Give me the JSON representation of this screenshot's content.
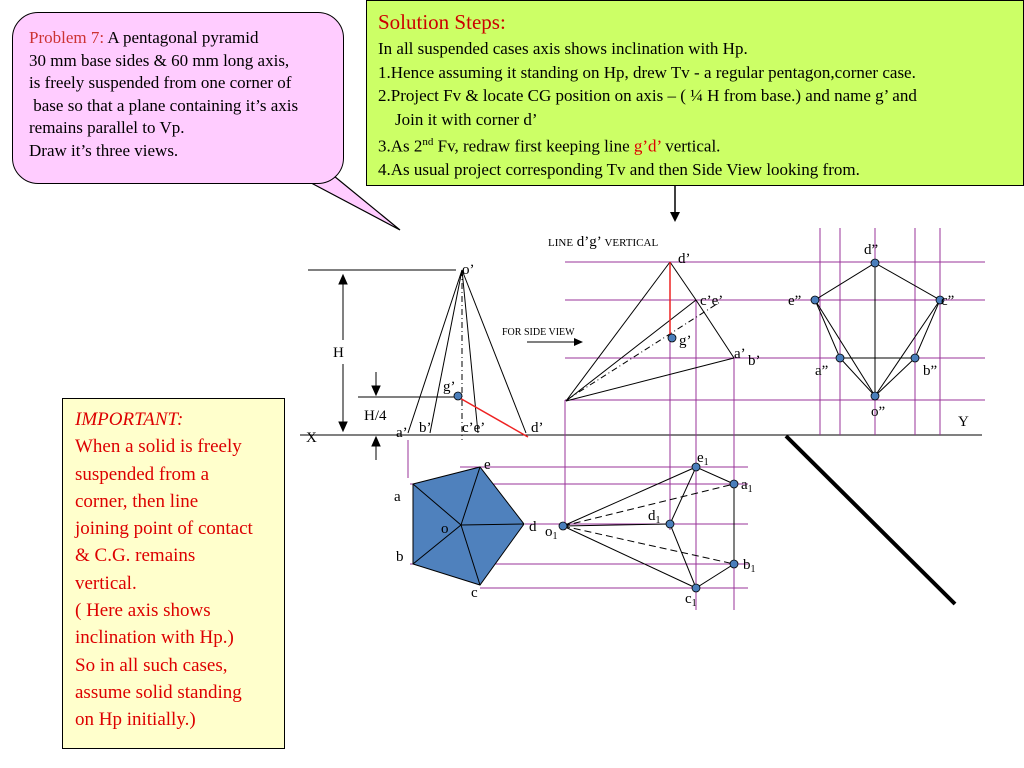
{
  "problem": {
    "label": "Problem 7:",
    "line1_rest": " A pentagonal pyramid",
    "lines": [
      "30 mm base sides & 60 mm long axis,",
      "is freely suspended from one corner of",
      " base so that a plane containing it’s axis",
      "remains parallel to Vp.",
      "Draw it’s three views."
    ]
  },
  "solution": {
    "title": "Solution Steps:",
    "line1": "In all suspended cases axis shows inclination with Hp.",
    "line2": "1.Hence assuming it standing on Hp, drew Tv - a regular pentagon,corner case.",
    "line3": "2.Project Fv & locate CG position on axis – ( ¼ H from base.) and name g’ and",
    "line4": "Join it with corner d’",
    "line5_pre": "3.As 2",
    "line5_sup": "nd",
    "line5_mid": " Fv, redraw first keeping line ",
    "line5_red": "g’d’",
    "line5_post": " vertical.",
    "line6": "4.As usual project corresponding Tv and then Side View looking from."
  },
  "important": {
    "title": "IMPORTANT:",
    "lines": [
      "When a solid is freely",
      "suspended from a",
      "corner, then line",
      "joining point of contact",
      "& C.G. remains",
      "vertical.",
      "( Here axis shows",
      "inclination with Hp.)",
      "So in all such cases,",
      "assume solid standing",
      "on Hp initially.)"
    ]
  },
  "drawing": {
    "line_dg_vertical": {
      "pre": "LINE",
      "mid": " d’g’ ",
      "post": "VERTICAL"
    },
    "for_side_view": "FOR SIDE VIEW",
    "dims": {
      "H": "H",
      "H4": "H/4"
    },
    "axis": {
      "X": "X",
      "Y": "Y"
    },
    "fv1": {
      "o": "o’",
      "g": "g’",
      "a": "a’",
      "b": "b’",
      "ce": "c’e’",
      "d": "d’"
    },
    "tv1": {
      "a": "a",
      "b": "b",
      "c": "c",
      "d": "d",
      "e": "e",
      "o": "o"
    },
    "fv2": {
      "d": "d’",
      "ce": "c’e’",
      "g": "g’",
      "ab_a": "a’",
      "ab_b": "b’"
    },
    "tv2": {
      "e": "e",
      "a": "a",
      "d": "d",
      "o": "o",
      "b": "b",
      "c": "c",
      "sub": "1"
    },
    "sv": {
      "d": "d”",
      "e": "e”",
      "c": "c”",
      "a": "a”",
      "b": "b”",
      "o": "o”"
    },
    "colors": {
      "projector": "#993399",
      "pentagon_fill": "#4f81bd",
      "red_line": "#ee2222",
      "point": "#4a7ebb"
    }
  }
}
